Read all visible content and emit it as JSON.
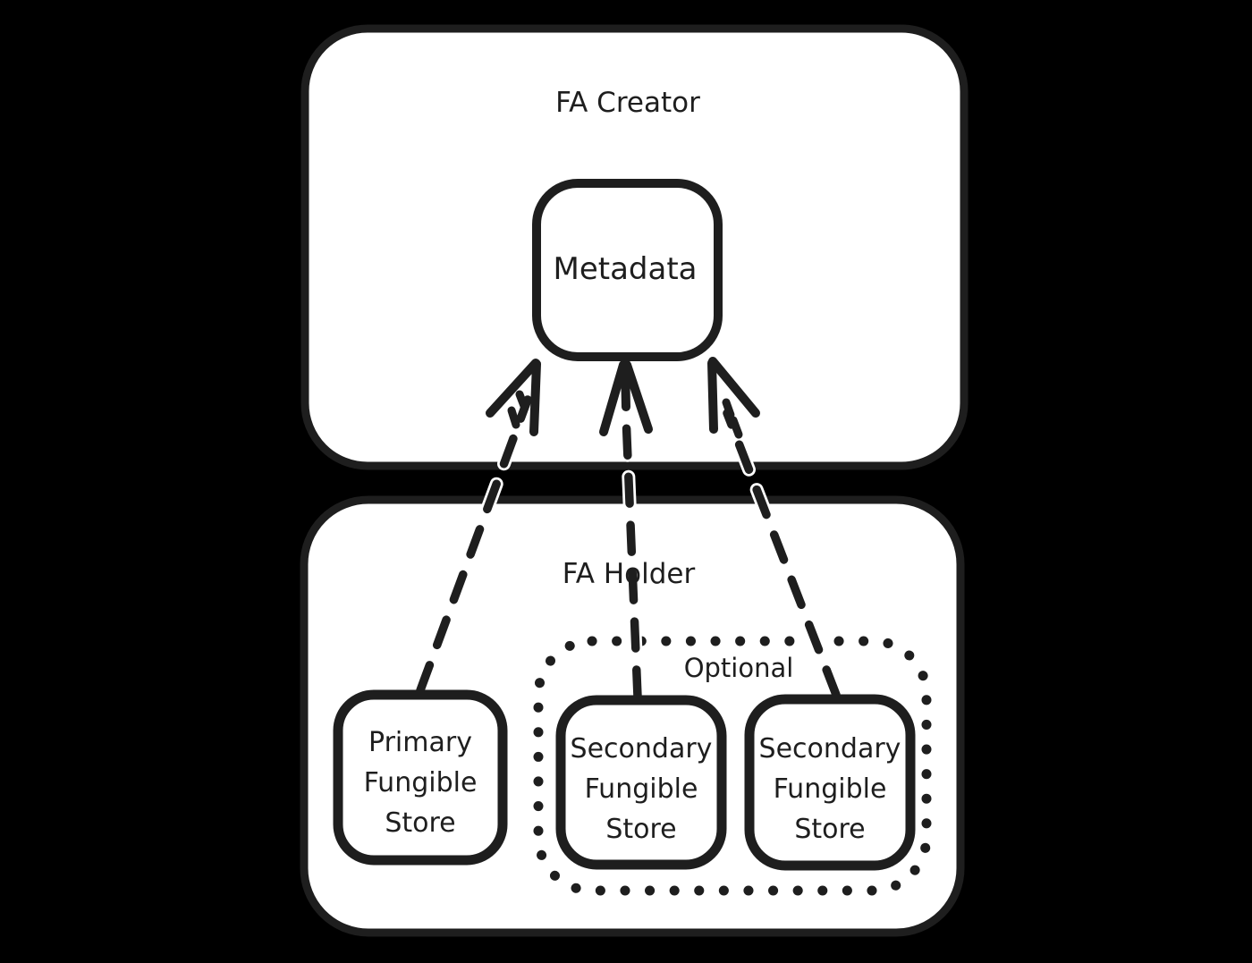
{
  "diagram": {
    "colors": {
      "background": "#000000",
      "box_fill": "#ffffff",
      "ink": "#1e1e1e"
    }
  },
  "creator_section": {
    "label": "FA Creator",
    "metadata_box": {
      "label": "Metadata"
    }
  },
  "holder_section": {
    "label": "FA Holder",
    "primary_store": {
      "lines": [
        "Primary",
        "Fungible",
        "Store"
      ]
    },
    "optional_group": {
      "label": "Optional",
      "secondary_stores": [
        {
          "lines": [
            "Secondary",
            "Fungible",
            "Store"
          ]
        },
        {
          "lines": [
            "Secondary",
            "Fungible",
            "Store"
          ]
        }
      ]
    }
  },
  "connectors": [
    {
      "from": "Primary Fungible Store",
      "to": "Metadata",
      "line_style": "dashed",
      "arrowhead": "at-metadata"
    },
    {
      "from": "Secondary Fungible Store (left)",
      "to": "Metadata",
      "line_style": "dashed",
      "arrowhead": "at-metadata"
    },
    {
      "from": "Secondary Fungible Store (right)",
      "to": "Metadata",
      "line_style": "dashed",
      "arrowhead": "at-metadata"
    }
  ]
}
